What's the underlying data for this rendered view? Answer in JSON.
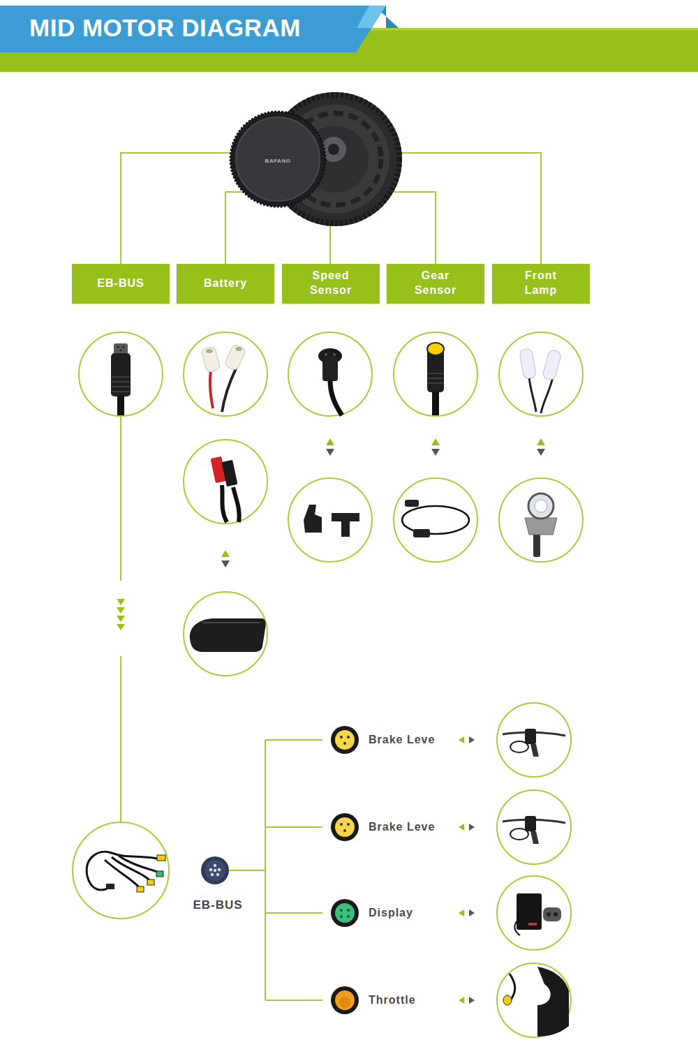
{
  "diagram": {
    "title": "MID MOTOR DIAGRAM",
    "nodes": [
      {
        "text": [
          "EB-BUS"
        ]
      },
      {
        "text": [
          "Battery"
        ]
      },
      {
        "text": [
          "Speed Sensor"
        ]
      },
      {
        "text": [
          "Gear Sensor"
        ]
      },
      {
        "text": [
          "Front Lamp"
        ]
      }
    ],
    "labels": [
      "BAFANG",
      "EB-BUS",
      "Brake Leve",
      "Brake Leve",
      "Display",
      "Throttle"
    ]
  }
}
